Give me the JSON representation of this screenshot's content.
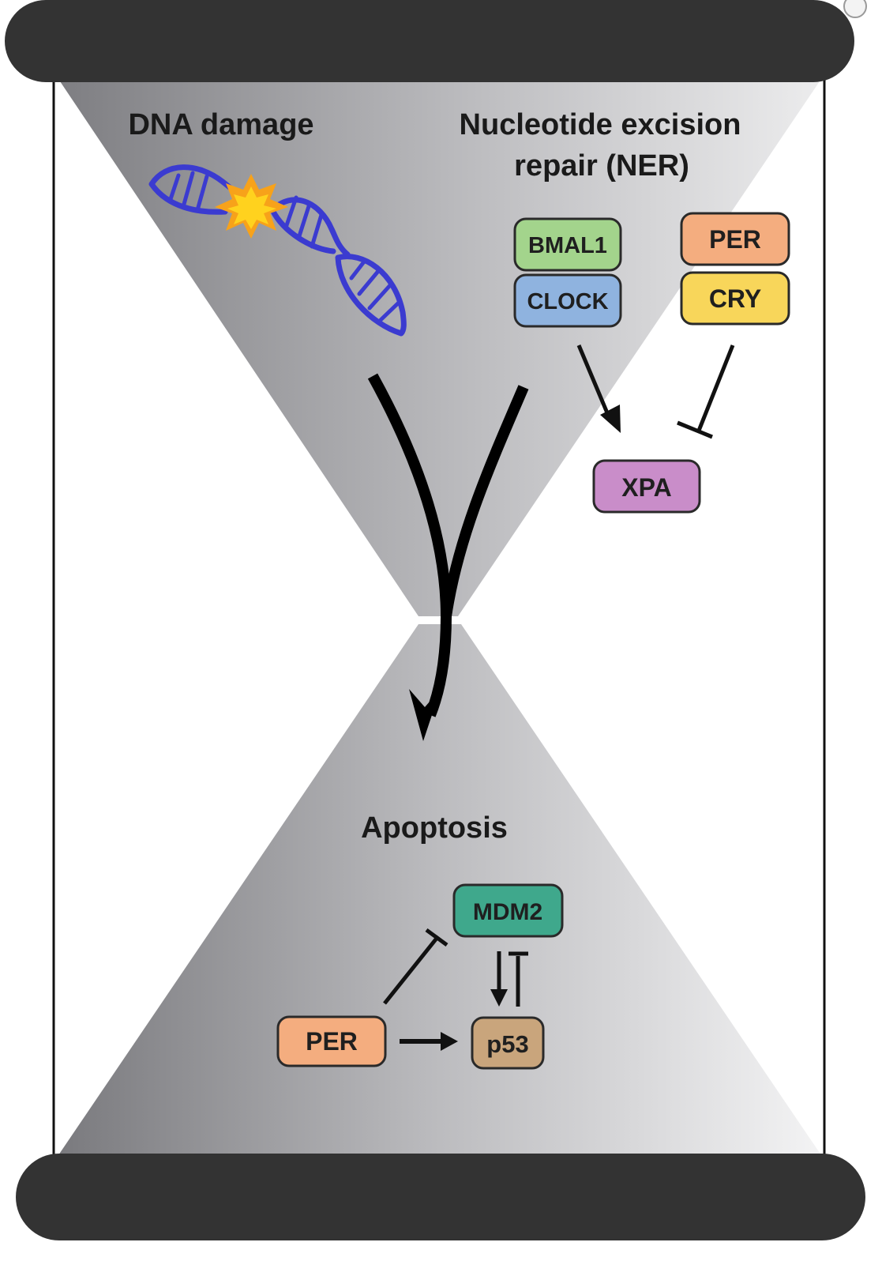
{
  "labels": {
    "dna_damage": "DNA damage",
    "ner_line1": "Nucleotide excision",
    "ner_line2": "repair  (NER)",
    "apoptosis": "Apoptosis"
  },
  "nodes": {
    "bmal1": {
      "label": "BMAL1",
      "color": "#a3d48c"
    },
    "clock": {
      "label": "CLOCK",
      "color": "#8fb3df"
    },
    "per_top": {
      "label": "PER",
      "color": "#f4ad7f"
    },
    "cry": {
      "label": "CRY",
      "color": "#f8d65a"
    },
    "xpa": {
      "label": "XPA",
      "color": "#c98dc9"
    },
    "mdm2": {
      "label": "MDM2",
      "color": "#3fa88c"
    },
    "per_bottom": {
      "label": "PER",
      "color": "#f4ad7f"
    },
    "p53": {
      "label": "p53",
      "color": "#c9a57c"
    }
  },
  "colors": {
    "frame": "#333333",
    "dna": "#3b3bd0",
    "damage_burst": "#f7a21a",
    "damage_core": "#ffd21e"
  },
  "edges": [
    {
      "from": "bmal1-clock",
      "to": "xpa",
      "type": "activation"
    },
    {
      "from": "per-cry",
      "to": "xpa",
      "type": "inhibition"
    },
    {
      "from": "dna-damage",
      "to": "apoptosis",
      "type": "activation"
    },
    {
      "from": "ner",
      "to": "apoptosis",
      "type": "activation"
    },
    {
      "from": "per",
      "to": "mdm2",
      "type": "inhibition"
    },
    {
      "from": "per",
      "to": "p53",
      "type": "activation"
    },
    {
      "from": "mdm2",
      "to": "p53",
      "type": "activation"
    },
    {
      "from": "p53",
      "to": "mdm2",
      "type": "inhibition"
    }
  ]
}
